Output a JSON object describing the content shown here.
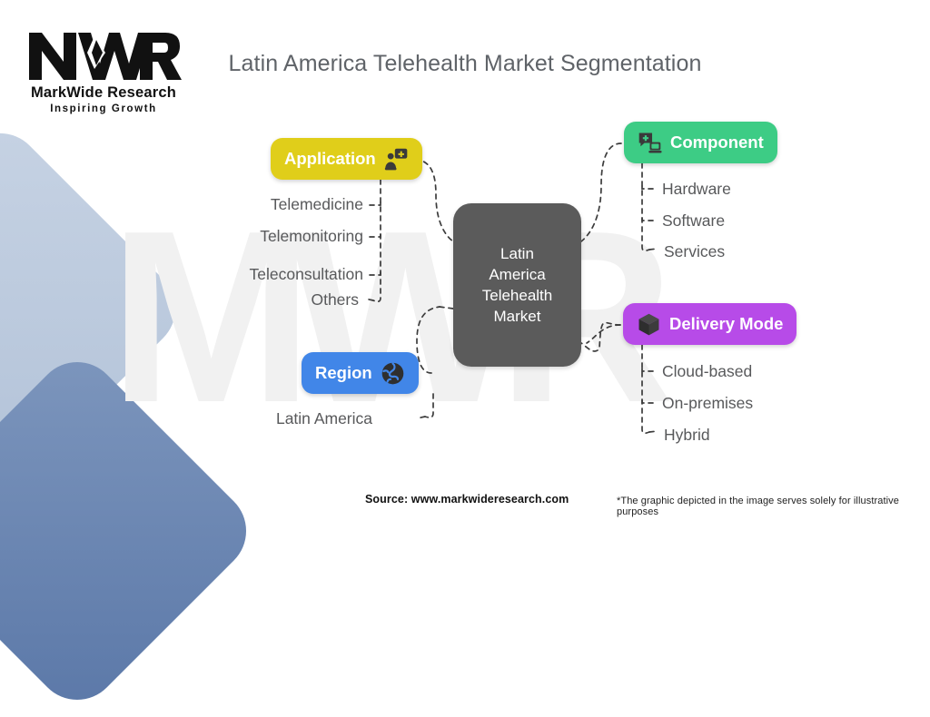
{
  "brand": {
    "logo_mark": "MWR",
    "name": "MarkWide Research",
    "tagline": "Inspiring Growth"
  },
  "title": "Latin America Telehealth Market Segmentation",
  "center": {
    "label": "Latin America Telehealth Market",
    "line1": "Latin",
    "line2": "America",
    "line3": "Telehealth",
    "line4": "Market",
    "color": "#5b5b5b"
  },
  "categories": [
    {
      "id": "application",
      "label": "Application",
      "icon": "telehealth-monitor-icon",
      "color": "#e0ce1a",
      "side": "left",
      "items": [
        "Telemedicine",
        "Telemonitoring",
        "Teleconsultation",
        "Others"
      ]
    },
    {
      "id": "component",
      "label": "Component",
      "icon": "medical-chat-monitor-icon",
      "color": "#3dcc85",
      "side": "right",
      "items": [
        "Hardware",
        "Software",
        "Services"
      ]
    },
    {
      "id": "deliverymode",
      "label": "Delivery Mode",
      "icon": "cube-icon",
      "color": "#b74be8",
      "side": "right",
      "items": [
        "Cloud-based",
        "On-premises",
        "Hybrid"
      ]
    },
    {
      "id": "region",
      "label": "Region",
      "icon": "globe-icon",
      "color": "#4186e8",
      "side": "left",
      "items": [
        "Latin America"
      ]
    }
  ],
  "footer": {
    "source": "Source: www.markwideresearch.com",
    "disclaimer": "*The graphic depicted in the image serves solely for illustrative purposes"
  }
}
